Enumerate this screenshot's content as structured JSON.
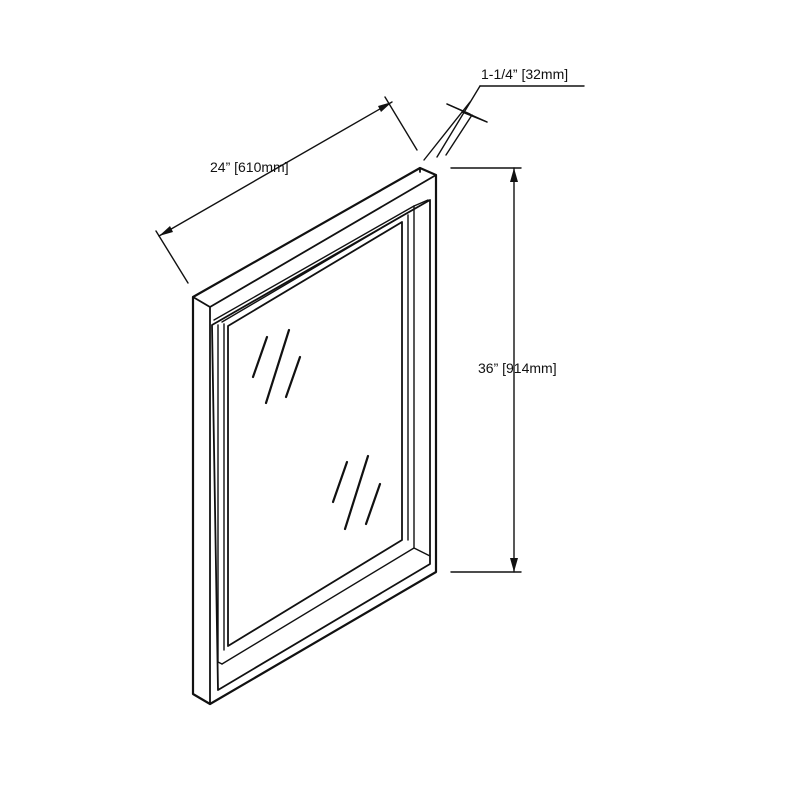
{
  "dimensions": {
    "width": "24” [610mm]",
    "height": "36” [914mm]",
    "depth": "1-1/4” [32mm]"
  },
  "colors": {
    "line": "#111111",
    "background": "#ffffff"
  }
}
